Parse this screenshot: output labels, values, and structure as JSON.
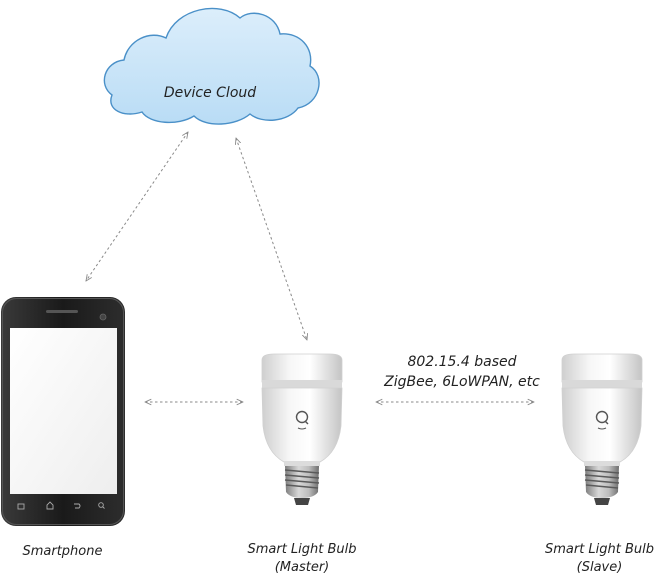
{
  "cloud": {
    "label": "Device Cloud",
    "fill": "#c8e3f7",
    "stroke": "#4a90c8"
  },
  "protocol": {
    "line1": "802.15.4 based",
    "line2": "ZigBee, 6LoWPAN, etc"
  },
  "smartphone": {
    "label": "Smartphone"
  },
  "master_bulb": {
    "label_line1": "Smart Light Bulb",
    "label_line2": "(Master)"
  },
  "slave_bulb": {
    "label_line1": "Smart Light Bulb",
    "label_line2": "(Slave)"
  },
  "connector_color": "#8a8a8a"
}
